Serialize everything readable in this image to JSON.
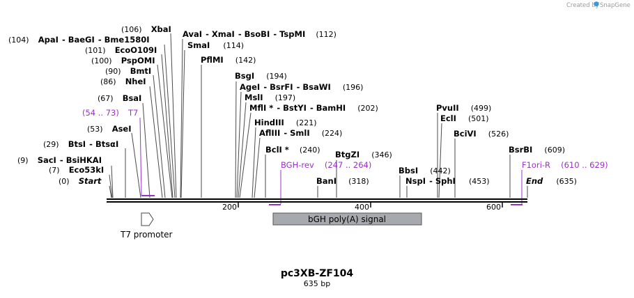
{
  "credit": {
    "prefix": "Created by",
    "brand": "SnapGene"
  },
  "map": {
    "title": "pc3XB-ZF104",
    "length_label": "635 bp",
    "start_label": "Start",
    "end_label": "End",
    "ticks": [
      "200",
      "400",
      "600"
    ]
  },
  "sites": [
    {
      "pos": "(0)",
      "names": [
        "Start"
      ]
    },
    {
      "pos": "(7)",
      "names": [
        "Eco53kI"
      ]
    },
    {
      "pos": "(9)",
      "names": [
        "SacI",
        "BsiHKAI"
      ]
    },
    {
      "pos": "(29)",
      "names": [
        "BtsI",
        "BtsαI"
      ]
    },
    {
      "pos": "(53)",
      "names": [
        "AseI"
      ]
    },
    {
      "pos": "(67)",
      "names": [
        "BsaI"
      ]
    },
    {
      "pos": "(86)",
      "names": [
        "NheI"
      ]
    },
    {
      "pos": "(90)",
      "names": [
        "BmtI"
      ]
    },
    {
      "pos": "(100)",
      "names": [
        "PspOMI"
      ]
    },
    {
      "pos": "(101)",
      "names": [
        "EcoO109I"
      ]
    },
    {
      "pos": "(104)",
      "names": [
        "ApaI",
        "BaeGI",
        "Bme1580I"
      ]
    },
    {
      "pos": "(106)",
      "names": [
        "XbaI"
      ]
    },
    {
      "pos": "(112)",
      "names": [
        "AvaI",
        "XmaI",
        "BsoBI",
        "TspMI"
      ]
    },
    {
      "pos": "(114)",
      "names": [
        "SmaI"
      ]
    },
    {
      "pos": "(142)",
      "names": [
        "PflMI"
      ]
    },
    {
      "pos": "(194)",
      "names": [
        "BsgI"
      ]
    },
    {
      "pos": "(196)",
      "names": [
        "AgeI",
        "BsrFI",
        "BsaWI"
      ]
    },
    {
      "pos": "(197)",
      "names": [
        "MslI"
      ]
    },
    {
      "pos": "(202)",
      "names": [
        "MflI *",
        "BstYI",
        "BamHI"
      ]
    },
    {
      "pos": "(221)",
      "names": [
        "HindIII"
      ]
    },
    {
      "pos": "(224)",
      "names": [
        "AflIII",
        "SmlI"
      ]
    },
    {
      "pos": "(240)",
      "names": [
        "BclI *"
      ]
    },
    {
      "pos": "(318)",
      "names": [
        "BanI"
      ]
    },
    {
      "pos": "(346)",
      "names": [
        "BtgZI"
      ]
    },
    {
      "pos": "(442)",
      "names": [
        "BbsI"
      ]
    },
    {
      "pos": "(453)",
      "names": [
        "NspI",
        "SphI"
      ]
    },
    {
      "pos": "(499)",
      "names": [
        "PvuII"
      ]
    },
    {
      "pos": "(501)",
      "names": [
        "EclI"
      ]
    },
    {
      "pos": "(526)",
      "names": [
        "BciVI"
      ]
    },
    {
      "pos": "(609)",
      "names": [
        "BsrBI"
      ]
    },
    {
      "pos": "(635)",
      "names": [
        "End"
      ]
    }
  ],
  "primers": [
    {
      "name": "T7",
      "range": "(54 .. 73)"
    },
    {
      "name": "BGH-rev",
      "range": "(247 .. 264)"
    },
    {
      "name": "F1ori-R",
      "range": "(610 .. 629)"
    }
  ],
  "features": [
    {
      "name": "T7 promoter",
      "kind": "promoter"
    },
    {
      "name": "bGH poly(A) signal",
      "kind": "polyA_signal"
    }
  ],
  "colors": {
    "primer": "#9b30c8",
    "feature_fill": "#a6a9ad",
    "backbone": "#000000",
    "leader": "#4a4a4a",
    "credit": "#9a9a9a",
    "brand_icon": "#3a9ad9"
  }
}
